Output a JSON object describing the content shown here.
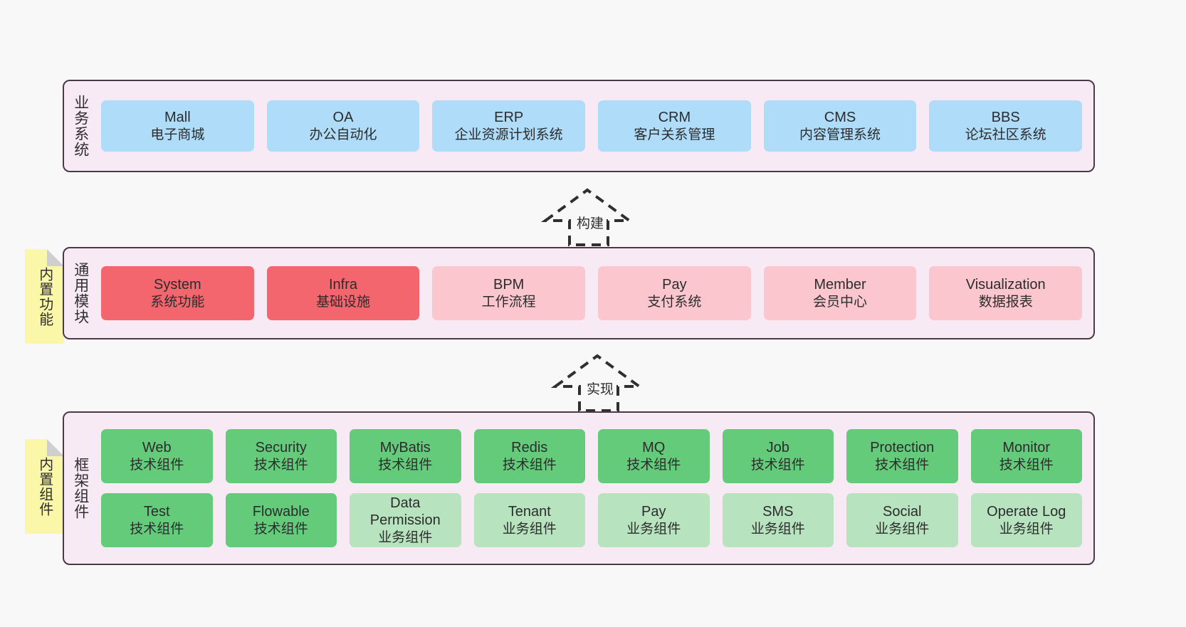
{
  "diagram": {
    "background_color": "#f8f8f8",
    "band_fill": "#f8eaf5",
    "band_border": "#4a3a47",
    "note_fill": "#fbf7a8",
    "colors": {
      "blue": "#aedcf9",
      "red": "#f4666e",
      "pink": "#fbc6ce",
      "green": "#63cb7a",
      "light_green": "#b7e3bf"
    }
  },
  "business": {
    "title": "业务系统",
    "items": [
      {
        "name": "Mall",
        "desc": "电子商城"
      },
      {
        "name": "OA",
        "desc": "办公自动化"
      },
      {
        "name": "ERP",
        "desc": "企业资源计划系统"
      },
      {
        "name": "CRM",
        "desc": "客户关系管理"
      },
      {
        "name": "CMS",
        "desc": "内容管理系统"
      },
      {
        "name": "BBS",
        "desc": "论坛社区系统"
      }
    ]
  },
  "arrow_build": {
    "label": "构建"
  },
  "common": {
    "title": "通用模块",
    "note": "内置功能",
    "items": [
      {
        "name": "System",
        "desc": "系统功能"
      },
      {
        "name": "Infra",
        "desc": "基础设施"
      },
      {
        "name": "BPM",
        "desc": "工作流程"
      },
      {
        "name": "Pay",
        "desc": "支付系统"
      },
      {
        "name": "Member",
        "desc": "会员中心"
      },
      {
        "name": "Visualization",
        "desc": "数据报表"
      }
    ]
  },
  "arrow_implement": {
    "label": "实现"
  },
  "framework": {
    "title": "框架组件",
    "note": "内置组件",
    "row_tech": [
      {
        "name": "Web",
        "desc": "技术组件"
      },
      {
        "name": "Security",
        "desc": "技术组件"
      },
      {
        "name": "MyBatis",
        "desc": "技术组件"
      },
      {
        "name": "Redis",
        "desc": "技术组件"
      },
      {
        "name": "MQ",
        "desc": "技术组件"
      },
      {
        "name": "Job",
        "desc": "技术组件"
      },
      {
        "name": "Protection",
        "desc": "技术组件"
      },
      {
        "name": "Monitor",
        "desc": "技术组件"
      }
    ],
    "row_mixed": [
      {
        "name": "Test",
        "desc": "技术组件"
      },
      {
        "name": "Flowable",
        "desc": "技术组件"
      },
      {
        "name": "Data Permission",
        "desc": "业务组件"
      },
      {
        "name": "Tenant",
        "desc": "业务组件"
      },
      {
        "name": "Pay",
        "desc": "业务组件"
      },
      {
        "name": "SMS",
        "desc": "业务组件"
      },
      {
        "name": "Social",
        "desc": "业务组件"
      },
      {
        "name": "Operate Log",
        "desc": "业务组件"
      }
    ]
  }
}
